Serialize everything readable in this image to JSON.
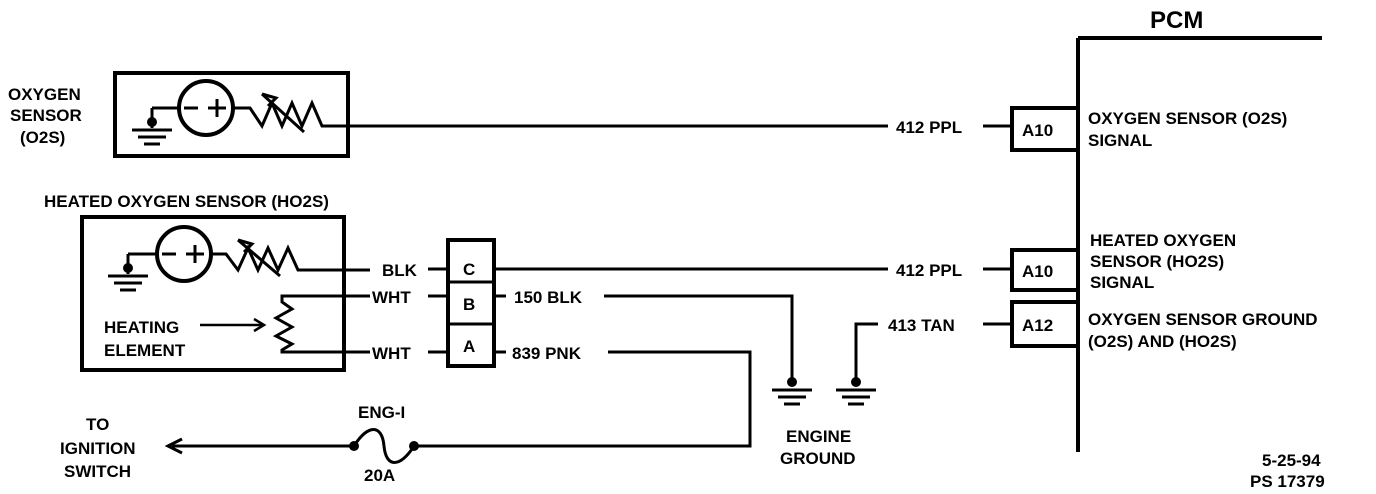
{
  "pcm": {
    "title": "PCM"
  },
  "o2s": {
    "label_lines": [
      "OXYGEN",
      "SENSOR",
      "(O2S)"
    ]
  },
  "ho2s": {
    "title": "HEATED OXYGEN SENSOR (HO2S)",
    "heating_lines": [
      "HEATING",
      "ELEMENT"
    ],
    "wire_labels": [
      "BLK",
      "WHT",
      "WHT"
    ]
  },
  "connector": {
    "pins": [
      "C",
      "B",
      "A"
    ]
  },
  "circuits": {
    "o2s_signal": "412 PPL",
    "ho2s_signal": "412 PPL",
    "ground_413": "413 TAN",
    "ground_150": "150 BLK",
    "power_839": "839 PNK"
  },
  "pcm_pins": [
    {
      "pin": "A10",
      "desc_lines": [
        "OXYGEN SENSOR (O2S)",
        "SIGNAL"
      ]
    },
    {
      "pin": "A10",
      "desc_lines": [
        "HEATED OXYGEN",
        "SENSOR (HO2S)",
        "SIGNAL"
      ]
    },
    {
      "pin": "A12",
      "desc_lines": [
        "OXYGEN SENSOR GROUND",
        "(O2S) AND (HO2S)"
      ]
    }
  ],
  "fuse": {
    "name": "ENG-I",
    "rating": "20A"
  },
  "ignition": {
    "lines": [
      "TO",
      "IGNITION",
      "SWITCH"
    ]
  },
  "engine_ground": {
    "lines": [
      "ENGINE",
      "GROUND"
    ]
  },
  "footer": {
    "date": "5-25-94",
    "ps": "PS 17379"
  }
}
